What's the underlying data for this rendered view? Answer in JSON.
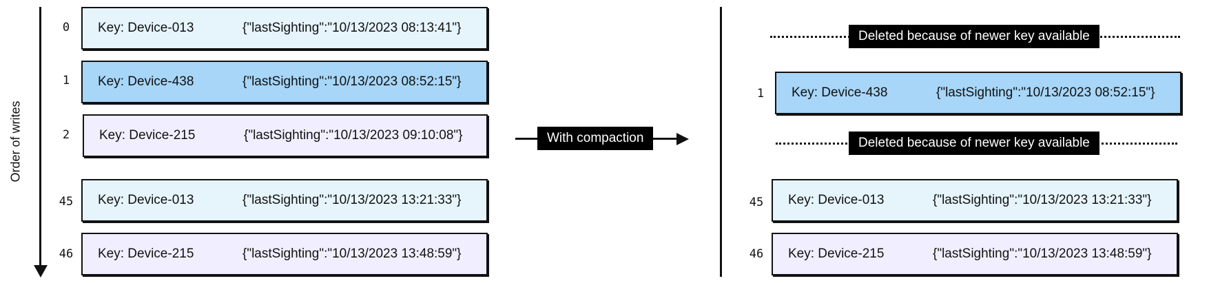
{
  "axis": {
    "label": "Order of writes"
  },
  "transform_label": "With compaction",
  "before": {
    "records": [
      {
        "index": "0",
        "key": "Key: Device-013",
        "value": "{\"lastSighting\":\"10/13/2023 08:13:41\"}",
        "color": "#e6f4fc"
      },
      {
        "index": "1",
        "key": "Key: Device-438",
        "value": "{\"lastSighting\":\"10/13/2023 08:52:15\"}",
        "color": "#a7d6f8"
      },
      {
        "index": "2",
        "key": "Key: Device-215",
        "value": "{\"lastSighting\":\"10/13/2023 09:10:08\"}",
        "color": "#f1efff"
      },
      {
        "index": "45",
        "key": "Key: Device-013",
        "value": "{\"lastSighting\":\"10/13/2023 13:21:33\"}",
        "color": "#e6f4fc"
      },
      {
        "index": "46",
        "key": "Key: Device-215",
        "value": "{\"lastSighting\":\"10/13/2023 13:48:59\"}",
        "color": "#f1efff"
      }
    ]
  },
  "after": {
    "deleted_notes": [
      "Deleted because of newer key available",
      "Deleted because of newer key available"
    ],
    "records": [
      {
        "index": "1",
        "key": "Key: Device-438",
        "value": "{\"lastSighting\":\"10/13/2023 08:52:15\"}",
        "color": "#a7d6f8"
      },
      {
        "index": "45",
        "key": "Key: Device-013",
        "value": "{\"lastSighting\":\"10/13/2023 13:21:33\"}",
        "color": "#e6f4fc"
      },
      {
        "index": "46",
        "key": "Key: Device-215",
        "value": "{\"lastSighting\":\"10/13/2023 13:48:59\"}",
        "color": "#f1efff"
      }
    ]
  }
}
